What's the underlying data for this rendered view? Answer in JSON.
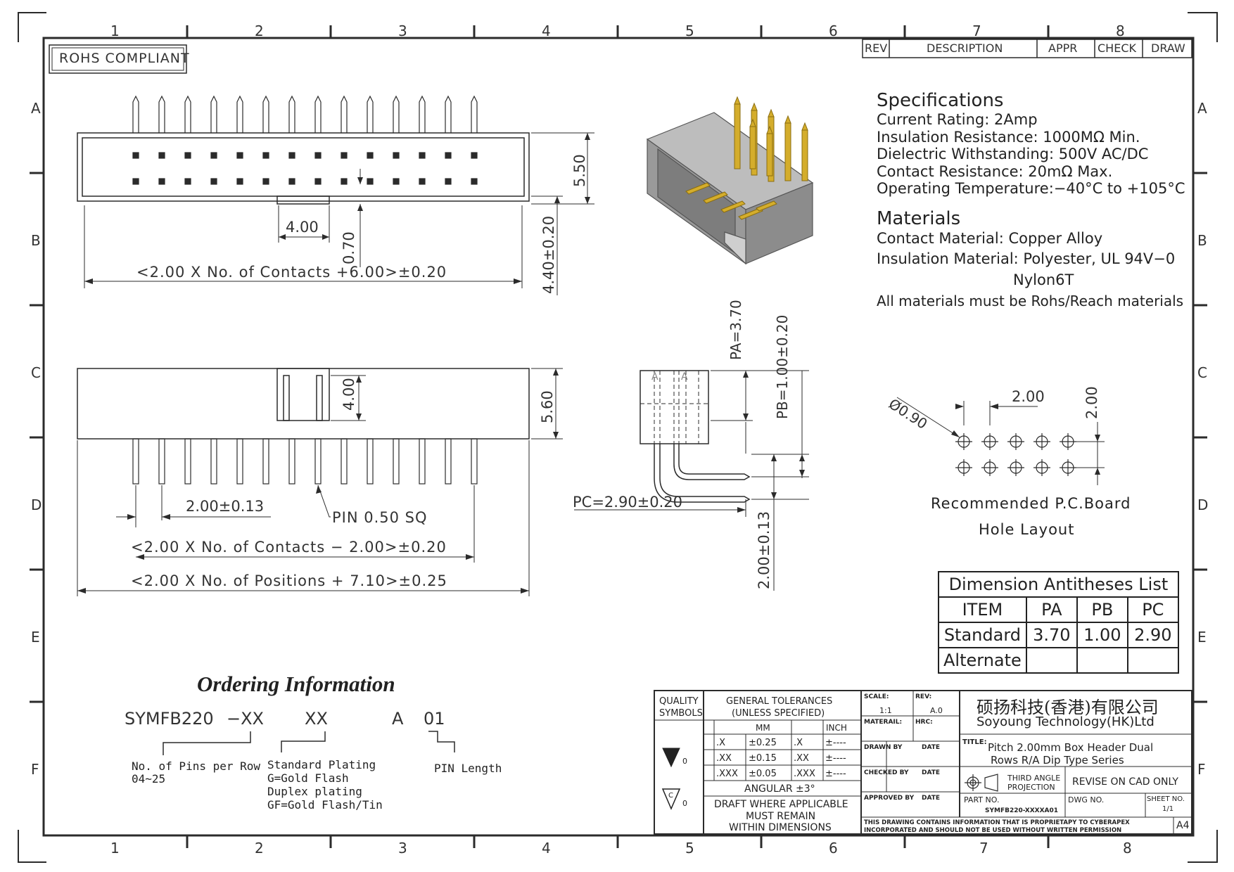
{
  "sheet": {
    "top_zone_numbers": [
      "1",
      "2",
      "3",
      "4",
      "5",
      "6",
      "7",
      "8"
    ],
    "bottom_zone_numbers": [
      "1",
      "2",
      "3",
      "4",
      "5",
      "6",
      "7",
      "8"
    ],
    "left_zone_letters": [
      "A",
      "B",
      "C",
      "D",
      "E",
      "F"
    ],
    "right_zone_letters": [
      "A",
      "B",
      "C",
      "D",
      "E",
      "F"
    ]
  },
  "rohs_badge": "ROHS COMPLIANT",
  "revision_table": {
    "rev": "REV",
    "description": "DESCRIPTION",
    "appr": "APPR",
    "check": "CHECK",
    "draw": "DRAW"
  },
  "top_view": {
    "dim_width_total": "<2.00 X No. of Contacts +6.00>±0.20",
    "dim_key_width": "4.00",
    "dim_key_depth": "0.70",
    "dim_height_550": "5.50",
    "dim_height_440": "4.40±0.20"
  },
  "front_view": {
    "dim_key_height": "4.00",
    "dim_body_height": "5.60",
    "dim_pitch": "2.00±0.13",
    "pin_label": "PIN 0.50 SQ",
    "dim_contacts": "<2.00 X No. of Contacts − 2.00>±0.20",
    "dim_positions": "<2.00 X No. of Positions + 7.10>±0.25"
  },
  "side_view": {
    "dim_pa": "PA=3.70",
    "dim_pb": "PB=1.00±0.20",
    "dim_pc": "PC=2.90±0.20",
    "dim_row": "2.00±0.13",
    "marks": [
      "A",
      "A"
    ]
  },
  "specifications": {
    "title": "Specifications",
    "lines": [
      "Current Rating:   2Amp",
      "Insulation Resistance: 1000MΩ Min.",
      "Dielectric Withstanding:   500V AC/DC",
      "Contact Resistance:   20mΩ Max.",
      "Operating Temperature:−40°C to +105°C"
    ]
  },
  "materials": {
    "title": "Materials",
    "contact": "Contact Material: Copper Alloy",
    "insulation": "Insulation Material: Polyester, UL 94V−0",
    "insulation2": "Nylon6T",
    "note": "All materials must be Rohs/Reach materials"
  },
  "pcb_layout": {
    "dia": "Ø0.90",
    "pitch_x": "2.00",
    "pitch_y": "2.00",
    "caption1": "Recommended P.C.Board",
    "caption2": "Hole Layout"
  },
  "dimension_table": {
    "title": "Dimension Antitheses List",
    "headers": [
      "ITEM",
      "PA",
      "PB",
      "PC"
    ],
    "rows": [
      [
        "Standard",
        "3.70",
        "1.00",
        "2.90"
      ],
      [
        "Alternate",
        "",
        "",
        ""
      ]
    ]
  },
  "ordering": {
    "title": "Ordering Information",
    "part": "SYMFB220",
    "code1": "−XX",
    "code2": "XX",
    "code3": "A",
    "code4": "01",
    "pins_label": "No. of Pins per Row",
    "pins_range": "04~25",
    "plating_lines": [
      "Standard Plating",
      "G=Gold Flash",
      "Duplex plating",
      "GF=Gold Flash/Tin"
    ],
    "pin_length": "PIN Length"
  },
  "title_block": {
    "quality": "QUALITY",
    "symbols": "SYMBOLS",
    "gen_tol": "GENERAL TOLERANCES",
    "unless": "(UNLESS SPECIFIED)",
    "mm": "MM",
    "inch": "INCH",
    "tol_rows": [
      [
        ".X",
        "±0.25",
        ".X",
        "±----"
      ],
      [
        ".XX",
        "±0.15",
        ".XX",
        "±----"
      ],
      [
        ".XXX",
        "±0.05",
        ".XXX",
        "±----"
      ]
    ],
    "angular": "ANGULAR ±3°",
    "draft_note": [
      "DRAFT WHERE APPLICABLE",
      "MUST REMAIN",
      "WITHIN DIMENSIONS"
    ],
    "sym_mark": "0",
    "sym_mark2": "0",
    "sym_letter": "C",
    "scale_label": "SCALE:",
    "scale": "1:1",
    "rev_label": "REV:",
    "rev": "A.0",
    "material_label": "MATERAIL:",
    "hrc_label": "HRC:",
    "drawn_by": "DRAWN BY",
    "checked_by": "CHECKED BY",
    "approved_by": "APPROVED BY",
    "date": "DATE",
    "company_cn": "硕扬科技(香港)有限公司",
    "company_en": "Soyoung Technology(HK)Ltd",
    "title_label": "TITLE:",
    "title_line1": "Pitch 2.00mm Box Header Dual",
    "title_line2": "Rows R/A Dip Type Series",
    "projection1": "THIRD ANGLE",
    "projection2": "PROJECTION",
    "revise": "REVISE ON CAD ONLY",
    "part_no_label": "PART NO.",
    "part_no": "SYMFB220-XXXXA01",
    "dwg_no_label": "DWG NO.",
    "sheet_no_label": "SHEET NO.",
    "sheet_no": "1/1",
    "notice1": "THIS DRAWING CONTAINS INFORMATION THAT IS PROPRIETAPY TO CYBERAPEX",
    "notice2": "INCORPORATED AND SHOULD NOT BE USED WITHOUT WRITTEN PERMISSION",
    "size": "A4"
  },
  "colors": {
    "line": "#2b2b2b",
    "pin_gold": "#c9a227",
    "housing_gray": "#9a9a9a"
  }
}
